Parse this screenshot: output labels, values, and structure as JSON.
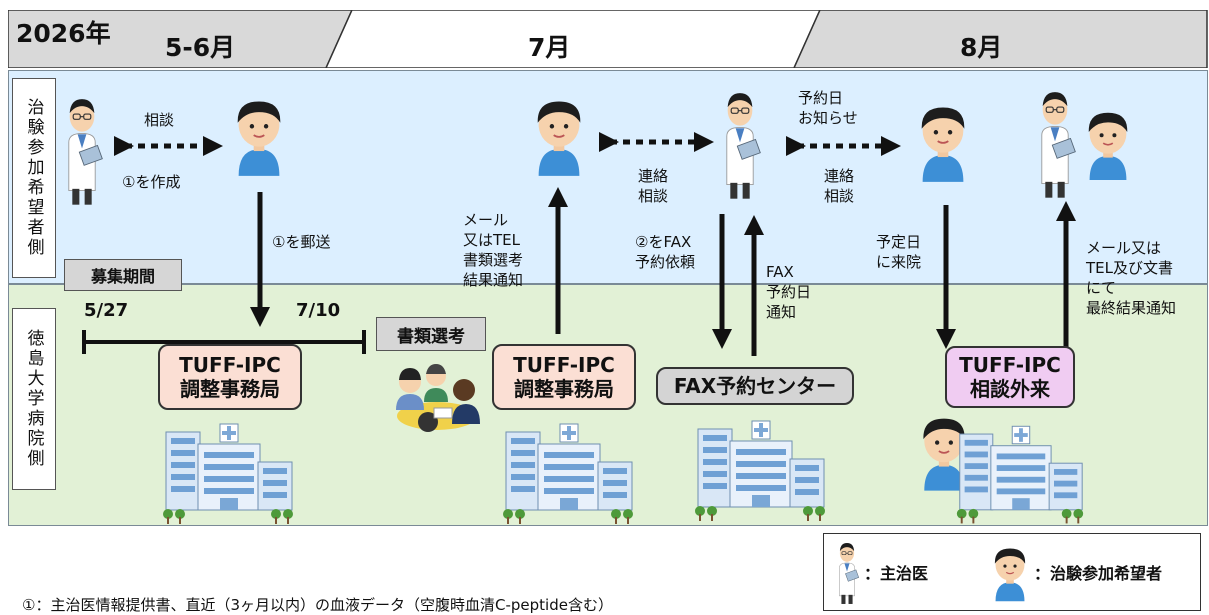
{
  "header": {
    "year": "2026年",
    "m1": "5-6月",
    "m2": "7月",
    "m3": "8月"
  },
  "side_labels": {
    "top": "治験参加希望者側",
    "bottom": "徳島大学病院側"
  },
  "labels": {
    "soudan": "相談",
    "sakusei": "①を作成",
    "yuusou": "①を郵送",
    "mail_notice": "メール\n又はTEL\n書類選考\n結果通知",
    "renraku1": "連絡\n相談",
    "fax_irai": "②をFAX\n予約依頼",
    "fax_notice": "FAX\n予約日\n通知",
    "yoyaku_oshirase": "予約日\nお知らせ",
    "renraku2": "連絡\n相談",
    "raiin": "予定日\nに来院",
    "final_notice": "メール又は\nTEL及び文書\nにて\n最終結果通知",
    "period_tag": "募集期間",
    "date_start": "5/27",
    "date_end": "7/10",
    "screening": "書類選考"
  },
  "boxes": {
    "office1": "TUFF-IPC\n調整事務局",
    "office2": "TUFF-IPC\n調整事務局",
    "fax_center": "FAX予約センター",
    "clinic": "TUFF-IPC\n相談外来"
  },
  "legend": {
    "doctor": "：主治医",
    "patient": "：治験参加希望者"
  },
  "footnote": "①：主治医情報提供書、直近（3ヶ月以内）の血液データ（空腹時血清C-peptide含む）",
  "colors": {
    "top_band": "#dcefff",
    "bottom_band": "#e2f1d6",
    "office_box": "#fbdfd4",
    "fax_box": "#d4d4d4",
    "clinic_box": "#f0ccf2"
  },
  "icons": [
    "doctor-icon",
    "patient-icon",
    "hospital-icon",
    "meeting-icon"
  ]
}
